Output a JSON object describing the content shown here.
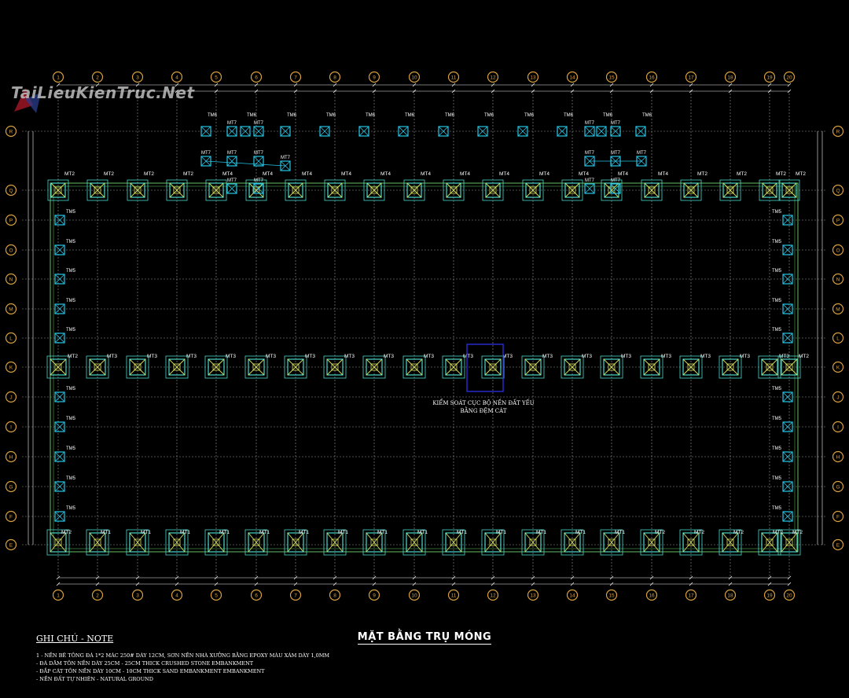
{
  "watermark": "TaiLieuKienTruc.Net",
  "title": "MẶT BẰNG TRỤ MÓNG",
  "notes": {
    "title": "GHI CHÚ - NOTE",
    "lines": [
      "1 - NỀN BÊ TÔNG ĐÁ 1*2 MÁC 250# DÀY 12CM, SƠN NỀN NHÀ XƯỞNG BẰNG EPOXY MÀU XÁM DÀY 1,0MM",
      "- ĐÁ DĂM TÔN NỀN DÀY 25CM - 25CM THICK CRUSHED STONE EMBANKMENT",
      "- ĐẮP CÁT TÔN NỀN DÀY 10CM - 10CM THICK SAND EMBANKMENT EMBANKMENT",
      "- NỀN ĐẤT TỰ NHIÊN - NATURAL GROUND"
    ]
  },
  "annotation": "KIỂM SOÁT CỤC BỘ NỀN ĐẤT YẾU BẰNG ĐỆM CÁT",
  "grid": {
    "columns": [
      "1",
      "2",
      "3",
      "4",
      "5",
      "6",
      "7",
      "8",
      "9",
      "10",
      "11",
      "12",
      "13",
      "14",
      "15",
      "16",
      "17",
      "18",
      "19",
      "20"
    ],
    "rows": [
      "R",
      "Q",
      "P",
      "O",
      "N",
      "M",
      "L",
      "K",
      "J",
      "I",
      "H",
      "G",
      "F",
      "E"
    ]
  },
  "labels": {
    "MT1": "MT1",
    "MT2": "MT2",
    "MT3": "MT3",
    "MT4": "MT4",
    "TM5": "TM5",
    "TM6": "TM6",
    "MT7": "MT7"
  },
  "colors": {
    "background": "#000000",
    "bubble": "#d9a040",
    "grid": "#d8d8d8",
    "footing": "#49d7c9",
    "cross": "#d8e060",
    "outline": "#7ff07f",
    "small": "#26c5e6",
    "dim": "#f0f0f0",
    "select": "#2b2bd6"
  },
  "icons": [
    "axis-bubble",
    "pad-footing",
    "small-footing"
  ]
}
